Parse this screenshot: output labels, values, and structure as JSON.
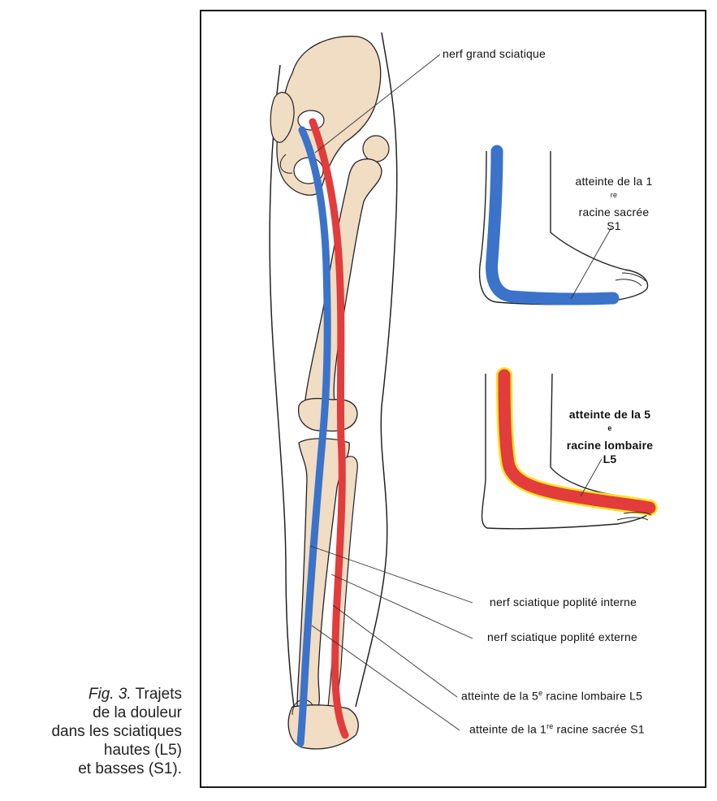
{
  "caption": {
    "fig": "Fig. 3.",
    "line1_rest": "Trajets",
    "line2": "de la douleur",
    "line3": "dans les sciatiques",
    "line4": "hautes (L5)",
    "line5": "et basses (S1)."
  },
  "labels": {
    "nerf_grand_sciatique": "nerf grand sciatique",
    "poplite_interne": "nerf sciatique poplité interne",
    "poplite_externe": "nerf sciatique poplité externe",
    "l5_prefix": "atteinte de la 5",
    "l5_sup": "e",
    "l5_suffix": " racine lombaire L5",
    "s1_prefix": "atteinte de la 1",
    "s1_sup": "re",
    "s1_suffix": " racine sacrée S1"
  },
  "foot_s1": {
    "line1_prefix": "atteinte de la 1",
    "line1_sup": "re",
    "line2": "racine sacrée",
    "line3": "S1"
  },
  "foot_l5": {
    "line1_prefix": "atteinte de la 5",
    "line1_sup": "e",
    "line2": "racine lombaire",
    "line3": "L5"
  },
  "colors": {
    "bone": "#f1dcc4",
    "nerve_red": "#e23c3c",
    "nerve_blue": "#3a73c9",
    "l5_highlight": "#ffe21f",
    "outline": "#222222"
  }
}
